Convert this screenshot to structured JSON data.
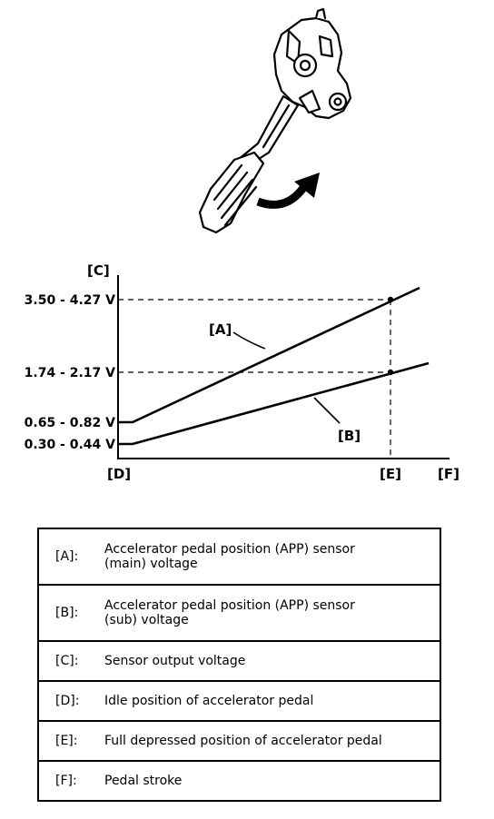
{
  "chart_data": {
    "type": "line",
    "y_axis_label": "[C]",
    "x_axis_label": "[F]",
    "x_ticks": [
      "[D]",
      "[E]"
    ],
    "y_ticks": [
      "0.30 - 0.44 V",
      "0.65 - 0.82 V",
      "1.74 - 2.17 V",
      "3.50 - 4.27 V"
    ],
    "series": [
      {
        "name": "[A]",
        "start_voltage": "0.65 - 0.82 V",
        "end_voltage": "3.50 - 4.27 V"
      },
      {
        "name": "[B]",
        "start_voltage": "0.30 - 0.44 V",
        "end_voltage": "1.74 - 2.17 V"
      }
    ]
  },
  "legend": [
    {
      "key": "[A]:",
      "line1": "Accelerator pedal position (APP) sensor",
      "line2": "(main) voltage"
    },
    {
      "key": "[B]:",
      "line1": "Accelerator pedal position (APP) sensor",
      "line2": "(sub) voltage"
    },
    {
      "key": "[C]:",
      "line1": "Sensor output voltage"
    },
    {
      "key": "[D]:",
      "line1": "Idle position of accelerator pedal"
    },
    {
      "key": "[E]:",
      "line1": "Full depressed position of accelerator pedal"
    },
    {
      "key": "[F]:",
      "line1": "Pedal stroke"
    }
  ]
}
